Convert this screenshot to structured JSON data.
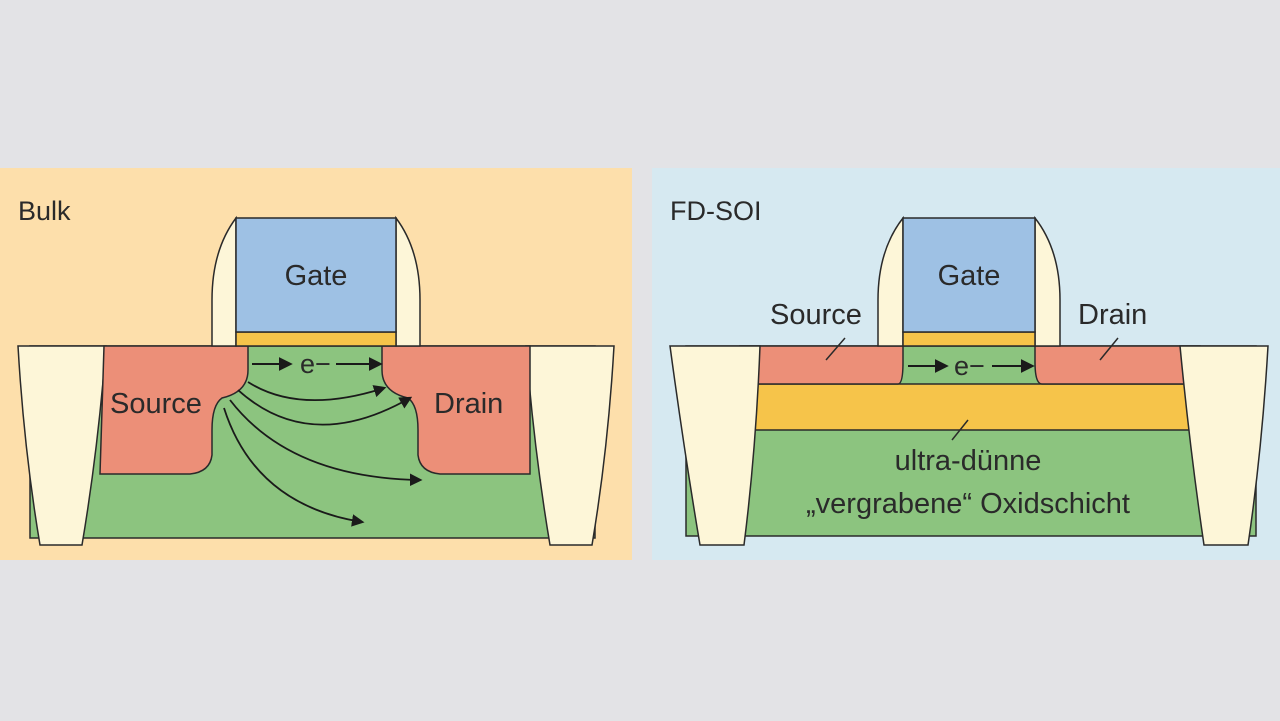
{
  "colors": {
    "page_background": "#e3e3e6",
    "bulk_panel": "#fddfab",
    "fdsoi_panel": "#d6e9f1",
    "gate": "#9ec1e4",
    "gate_oxide": "#f6c44a",
    "spacer_and_isolation": "#fdf6d8",
    "source_drain": "#ec8f78",
    "substrate": "#8cc47f",
    "buried_oxide": "#f6c44a",
    "arrows": "#1a1a1a"
  },
  "panels": [
    {
      "id": "bulk",
      "title": "Bulk",
      "gate_label": "Gate",
      "source_label": "Source",
      "drain_label": "Drain",
      "electron_label": "e−"
    },
    {
      "id": "fdsoi",
      "title": "FD-SOI",
      "gate_label": "Gate",
      "source_label": "Source",
      "drain_label": "Drain",
      "electron_label": "e−",
      "oxide_label_line1": "ultra-dünne",
      "oxide_label_line2": "„vergrabene“ Oxidschicht"
    }
  ]
}
